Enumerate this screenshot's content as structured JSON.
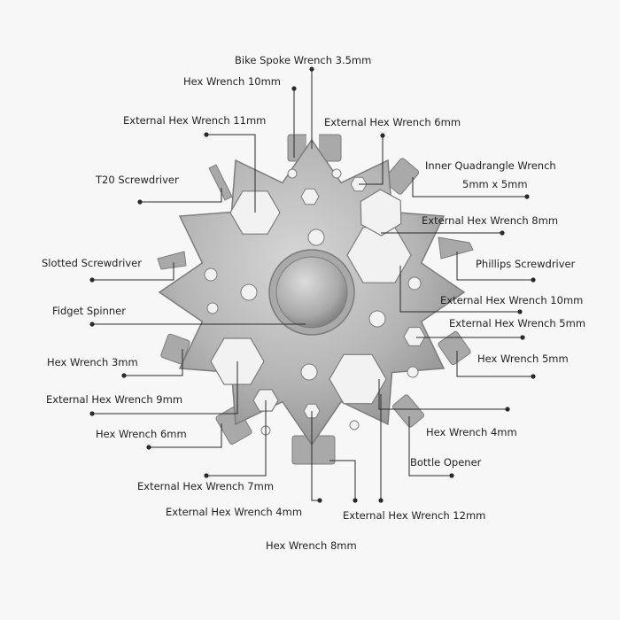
{
  "colors": {
    "background": "#f7f7f7",
    "tool_light": "#cfcfcf",
    "tool_mid": "#a9a9a9",
    "tool_dark": "#7c7c7c",
    "leader_line": "#2a2a2a",
    "label_text": "#222222"
  },
  "diagram": {
    "object": "snowflake multi-tool",
    "labels": [
      {
        "key": "bike_spoke",
        "text": "Bike Spoke Wrench 3.5mm"
      },
      {
        "key": "hex_10",
        "text": "Hex Wrench 10mm"
      },
      {
        "key": "ext_hex_11",
        "text": "External Hex Wrench 11mm"
      },
      {
        "key": "ext_hex_6",
        "text": "External Hex Wrench 6mm"
      },
      {
        "key": "inner_quad_1",
        "text": "Inner Quadrangle Wrench"
      },
      {
        "key": "inner_quad_2",
        "text": "5mm x 5mm"
      },
      {
        "key": "t20",
        "text": "T20 Screwdriver"
      },
      {
        "key": "ext_hex_8",
        "text": "External Hex Wrench 8mm"
      },
      {
        "key": "slotted",
        "text": "Slotted Screwdriver"
      },
      {
        "key": "phillips",
        "text": "Phillips Screwdriver"
      },
      {
        "key": "ext_hex_10",
        "text": "External Hex Wrench 10mm"
      },
      {
        "key": "fidget",
        "text": "Fidget Spinner"
      },
      {
        "key": "ext_hex_5",
        "text": "External Hex Wrench 5mm"
      },
      {
        "key": "hex_3",
        "text": "Hex Wrench 3mm"
      },
      {
        "key": "hex_5",
        "text": "Hex Wrench 5mm"
      },
      {
        "key": "ext_hex_9",
        "text": "External Hex Wrench 9mm"
      },
      {
        "key": "hex_6",
        "text": "Hex Wrench 6mm"
      },
      {
        "key": "hex_4",
        "text": "Hex Wrench 4mm"
      },
      {
        "key": "bottle",
        "text": "Bottle Opener"
      },
      {
        "key": "ext_hex_7",
        "text": "External Hex Wrench 7mm"
      },
      {
        "key": "ext_hex_4",
        "text": "External Hex Wrench 4mm"
      },
      {
        "key": "ext_hex_12",
        "text": "External Hex Wrench 12mm"
      },
      {
        "key": "hex_8",
        "text": "Hex Wrench 8mm"
      }
    ]
  }
}
